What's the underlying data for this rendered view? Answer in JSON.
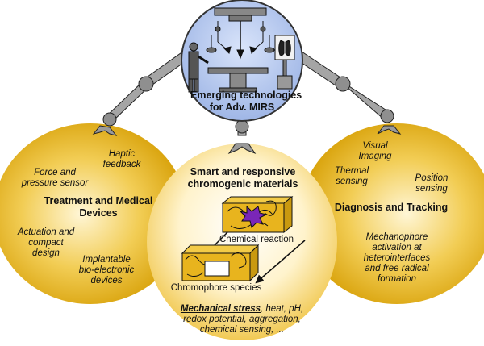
{
  "center_top": {
    "title_line1": "Emerging technologies",
    "title_line2": "for Adv. MIRS"
  },
  "left": {
    "title_line1": "Treatment and Medical",
    "title_line2": "Devices",
    "items": [
      {
        "lines": [
          "Haptic",
          "feedback"
        ]
      },
      {
        "lines": [
          "Force and",
          "pressure sensor"
        ]
      },
      {
        "lines": [
          "Actuation and",
          "compact",
          "design"
        ]
      },
      {
        "lines": [
          "Implantable",
          "bio-electronic",
          "devices"
        ]
      }
    ]
  },
  "right": {
    "title": "Diagnosis and Tracking",
    "items": [
      {
        "lines": [
          "Visual",
          "Imaging"
        ]
      },
      {
        "lines": [
          "Thermal",
          "sensing"
        ]
      },
      {
        "lines": [
          "Position",
          "sensing"
        ]
      },
      {
        "lines": [
          "Mechanophore",
          "activation at",
          "heterointerfaces",
          "and free radical",
          "formation"
        ]
      }
    ]
  },
  "center": {
    "title_line1": "Smart and responsive",
    "title_line2": "chromogenic materials",
    "chemical_reaction": "Chemical reaction",
    "chromophore_species": "Chromophore species",
    "stimuli_emph": "Mechanical stress",
    "stimuli_rest": ", heat, pH,",
    "stimuli_line2": "redox potential, aggregation,",
    "stimuli_line3": "chemical sensing, ..."
  },
  "colors": {
    "gold": "#e2ae12",
    "gold_light": "#fff4d0",
    "arm": "#9e9e9e",
    "blue": "#b9cbee",
    "box": "#e8b41e",
    "purple": "#7a26b8"
  }
}
